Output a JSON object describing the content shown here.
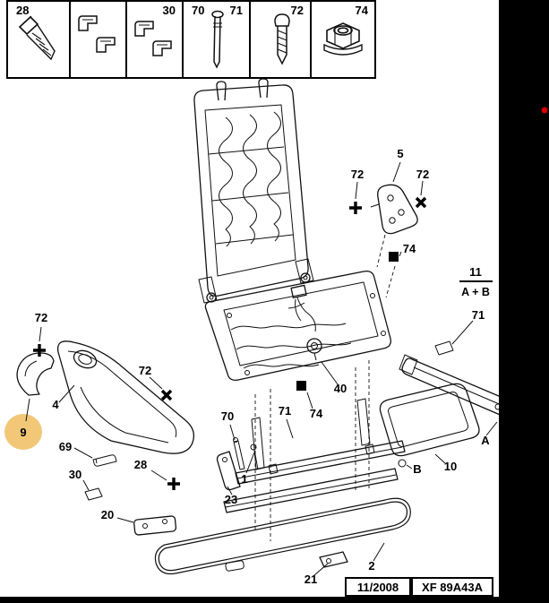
{
  "page": {
    "background": "#ffffff",
    "side_strip_color": "#000000",
    "red_dot_color": "#d40000",
    "highlight_color": "#f2c878",
    "line_color": "#111111"
  },
  "header": {
    "cells": [
      {
        "labels": [
          "28"
        ],
        "icon": "tapping-screw-icon"
      },
      {
        "labels": [],
        "icon": "spring-clips-icon"
      },
      {
        "labels": [
          "30"
        ],
        "icon": "spring-clips-icon"
      },
      {
        "labels": [
          "70",
          "71"
        ],
        "icon": "long-pin-icon"
      },
      {
        "labels": [
          "72"
        ],
        "icon": "short-screw-icon"
      },
      {
        "labels": [
          "74"
        ],
        "icon": "flanged-nut-icon"
      }
    ]
  },
  "callouts": {
    "top72a": "72",
    "part5": "5",
    "top72b": "72",
    "top74": "74",
    "frac_top": "11",
    "frac_bottom": "A + B",
    "right71": "71",
    "left72": "72",
    "part4": "4",
    "part9": "9",
    "mid72": "72",
    "part70": "70",
    "mid71": "71",
    "mid74": "74",
    "part40": "40",
    "part69": "69",
    "part30": "30",
    "part28": "28",
    "part20": "20",
    "part23": "23",
    "part1": "1",
    "part21": "21",
    "part2": "2",
    "part10": "10",
    "partB": "B",
    "partA": "A"
  },
  "markers": {
    "plus_marker": "+",
    "cross_marker": "✕",
    "square_marker": "■"
  },
  "footer": {
    "date": "11/2008",
    "code": "XF 89A43A"
  }
}
